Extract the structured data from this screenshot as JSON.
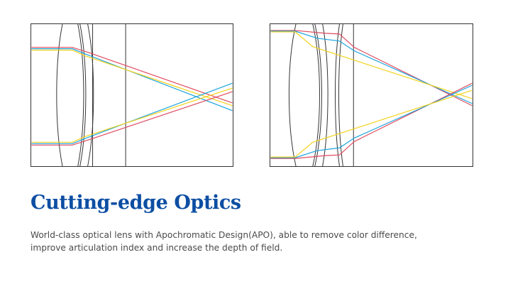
{
  "heading": "Cutting-edge Optics",
  "description": {
    "line1": "World-class optical lens with Apochromatic Design(APO), able to remove color difference,",
    "line2": "improve articulation index and increase the depth of field."
  },
  "colors": {
    "heading": "#0d4ea3",
    "frame": "#333333",
    "ray_red": "#e04a5f",
    "ray_blue": "#1aa3dc",
    "ray_yellow": "#f3d21c"
  }
}
